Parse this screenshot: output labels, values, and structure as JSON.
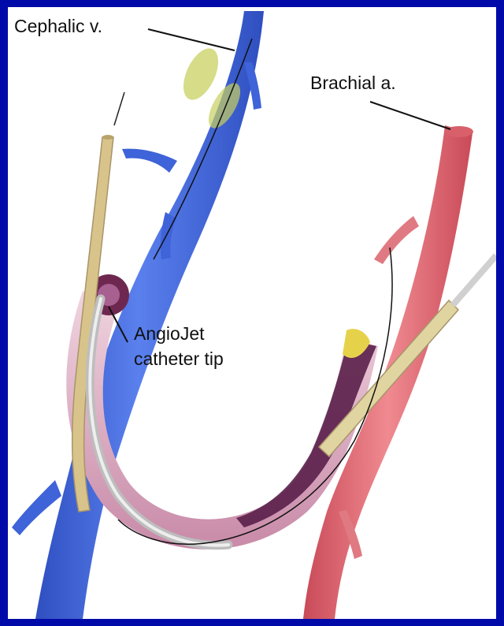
{
  "labels": {
    "cephalic": "Cephalic v.",
    "brachial": "Brachial a.",
    "angiojet_line1": "AngioJet",
    "angiojet_line2": "catheter tip"
  },
  "colors": {
    "border": "#000aa8",
    "vein": "#4a6fe0",
    "vein_dark": "#2f4fc0",
    "artery": "#e86a72",
    "artery_dark": "#c94a58",
    "graft": "#e7c3d2",
    "clot": "#5a1f4a",
    "thrombus_yellow": "#e6d24a",
    "sheath": "#d8c48a"
  }
}
